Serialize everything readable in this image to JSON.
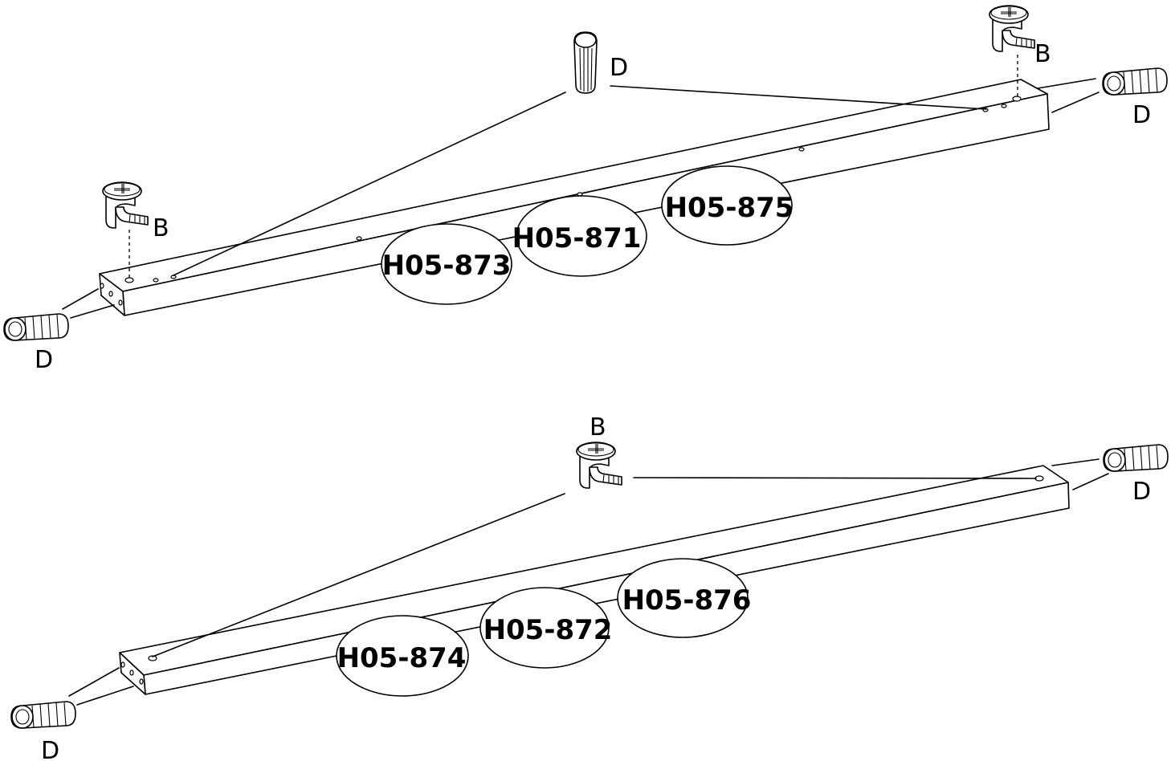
{
  "diagram": {
    "part_labels": {
      "top_left": "H05-873",
      "top_middle": "H05-871",
      "top_right": "H05-875",
      "bottom_left": "H05-874",
      "bottom_middle": "H05-872",
      "bottom_right": "H05-876"
    },
    "hardware_letters": {
      "top_cam_left": "B",
      "top_cam_right": "B",
      "top_dowel_center": "D",
      "top_dowel_right": "D",
      "top_dowel_left": "D",
      "bottom_cam_center": "B",
      "bottom_dowel_right": "D",
      "bottom_dowel_left": "D"
    },
    "icons": [
      "cam-lock-fitting-icon",
      "wooden-dowel-icon"
    ],
    "colors": {
      "line": "#000000",
      "background": "#ffffff"
    }
  }
}
